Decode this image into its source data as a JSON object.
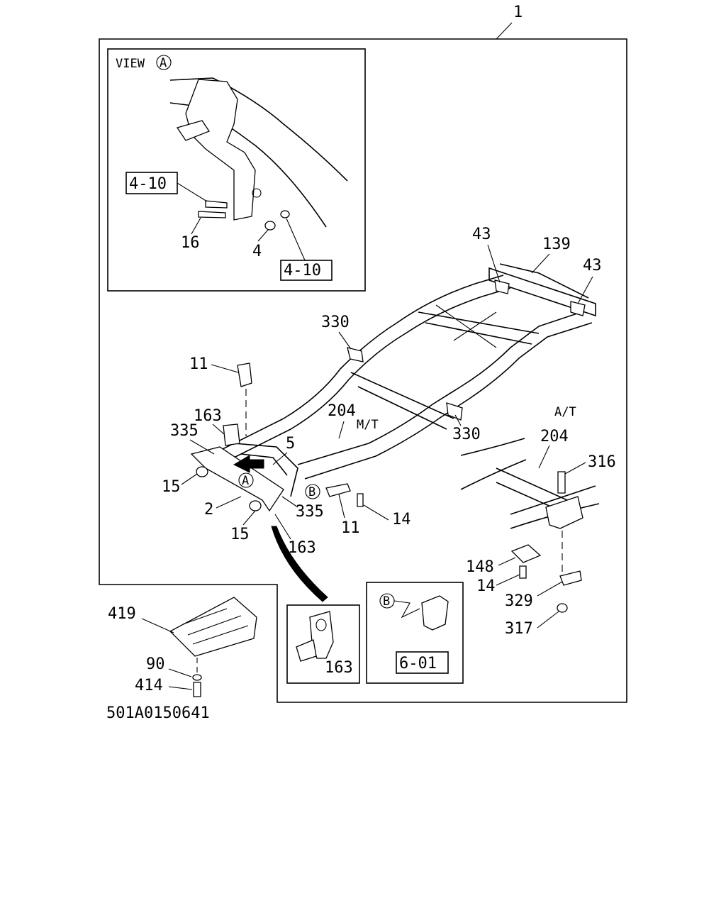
{
  "labels": {
    "main_assembly": "1",
    "view_title": "VIEW",
    "view_circle": "A",
    "ref_4_10_top": "4-10",
    "ref_4_10_bottom": "4-10",
    "part_16": "16",
    "part_4": "4",
    "part_43_left": "43",
    "part_139": "139",
    "part_43_right": "43",
    "part_330_top": "330",
    "part_330_bottom": "330",
    "part_11_top": "11",
    "part_11_bottom": "11",
    "part_163_top": "163",
    "part_163_bottom": "163",
    "part_335_top": "335",
    "part_335_bottom": "335",
    "part_204_mt": "204",
    "mt": "M/T",
    "at": "A/T",
    "part_204_at": "204",
    "part_5": "5",
    "circle_a": "A",
    "circle_b": "B",
    "part_15_top": "15",
    "part_15_bottom": "15",
    "part_2": "2",
    "part_14_mid": "14",
    "part_316": "316",
    "part_148": "148",
    "part_14_right": "14",
    "part_329": "329",
    "part_317": "317",
    "part_419": "419",
    "part_90": "90",
    "part_414": "414",
    "detail_163": "163",
    "detail_b_circle": "B",
    "ref_6_01": "6-01",
    "drawing_number": "501A0150641"
  }
}
